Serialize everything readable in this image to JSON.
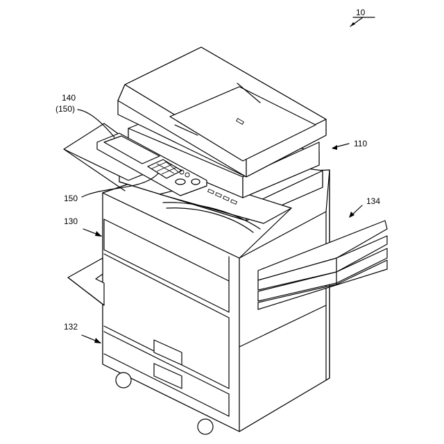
{
  "labels": {
    "device": "10",
    "reader_unit": "110",
    "panel": "140",
    "panel_alt": "(150)",
    "keypad": "150",
    "body_unit": "130",
    "paper_unit": "132",
    "output_trays": "134"
  }
}
